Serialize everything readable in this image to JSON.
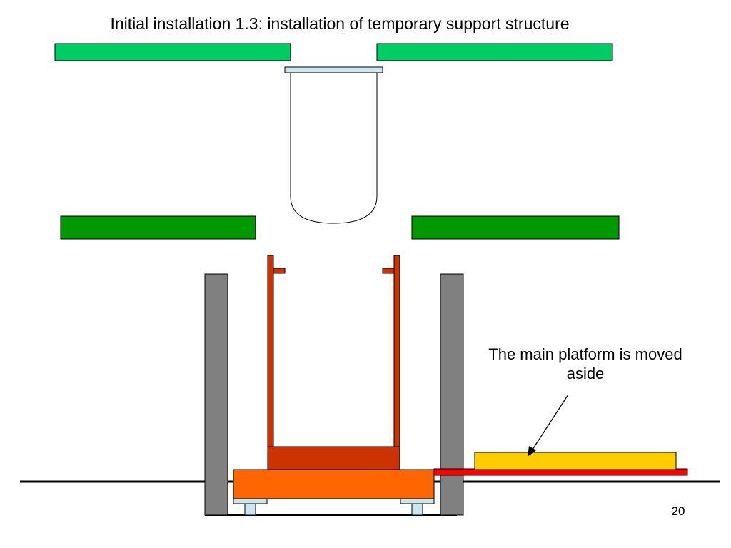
{
  "slide": {
    "title": "Initial installation 1.3: installation of temporary support structure",
    "annotation": "The main platform is moved aside",
    "page_number": "20"
  },
  "colors": {
    "upper_floor": "#00cc66",
    "lower_floor": "#009900",
    "wall": "#808080",
    "support_frame": "#cc3300",
    "base_platform": "#ff6600",
    "main_platform": "#ffcc00",
    "rail": "#ff0000",
    "flange": "#cce6ee"
  }
}
